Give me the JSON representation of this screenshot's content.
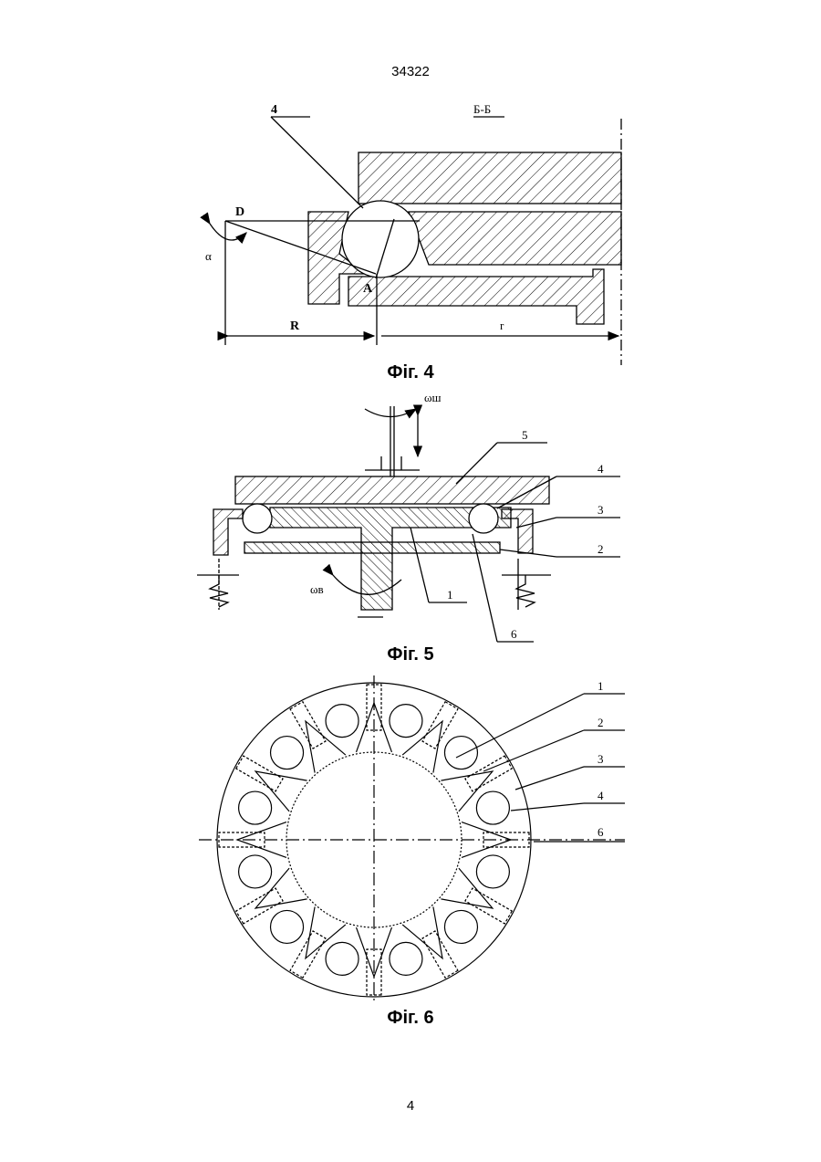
{
  "header": {
    "patent_number": "34322"
  },
  "footer": {
    "page_number": "4"
  },
  "fig4": {
    "caption": "Фіг. 4",
    "section_label": "Б-Б",
    "label_part": "4",
    "label_D": "D",
    "label_alpha": "α",
    "label_A": "A",
    "label_R": "R",
    "label_r": "r"
  },
  "fig5": {
    "caption": "Фіг. 5",
    "omega_top": "ωш",
    "omega_bottom": "ωв",
    "labels": [
      "5",
      "4",
      "3",
      "2",
      "1",
      "6"
    ]
  },
  "fig6": {
    "caption": "Фіг. 6",
    "labels": [
      "1",
      "2",
      "3",
      "4",
      "6"
    ]
  }
}
